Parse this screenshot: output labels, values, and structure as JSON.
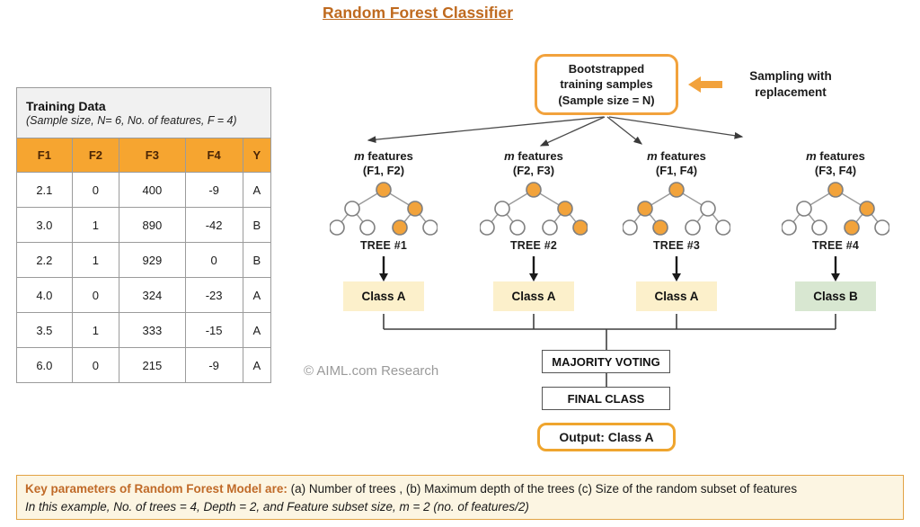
{
  "title": "Random Forest Classifier",
  "table": {
    "title": "Training Data",
    "subtitle": "(Sample size, N= 6, No. of features, F = 4)",
    "headers": [
      "F1",
      "F2",
      "F3",
      "F4",
      "Y"
    ],
    "rows": [
      [
        "2.1",
        "0",
        "400",
        "-9",
        "A"
      ],
      [
        "3.0",
        "1",
        "890",
        "-42",
        "B"
      ],
      [
        "2.2",
        "1",
        "929",
        "0",
        "B"
      ],
      [
        "4.0",
        "0",
        "324",
        "-23",
        "A"
      ],
      [
        "3.5",
        "1",
        "333",
        "-15",
        "A"
      ],
      [
        "6.0",
        "0",
        "215",
        "-9",
        "A"
      ]
    ]
  },
  "bootstrap_box": {
    "label": "Bootstrapped\ntraining samples\n(Sample size = N)"
  },
  "sampling_note": {
    "label": "Sampling with\nreplacement"
  },
  "trees": [
    {
      "m": "m",
      "features_word": "features",
      "subset": "(F1, F2)",
      "name": "TREE #1",
      "result": "Class A",
      "result_bg": "#fcf0cb",
      "orange_nodes": [
        1,
        0,
        1,
        0,
        0,
        1,
        0
      ]
    },
    {
      "m": "m",
      "features_word": "features",
      "subset": "(F2, F3)",
      "name": "TREE #2",
      "result": "Class A",
      "result_bg": "#fcf0cb",
      "orange_nodes": [
        1,
        0,
        1,
        0,
        0,
        0,
        1
      ]
    },
    {
      "m": "m",
      "features_word": "features",
      "subset": "(F1, F4)",
      "name": "TREE #3",
      "result": "Class A",
      "result_bg": "#fcf0cb",
      "orange_nodes": [
        1,
        1,
        0,
        0,
        1,
        0,
        0
      ]
    },
    {
      "m": "m",
      "features_word": "features",
      "subset": "(F3, F4)",
      "name": "TREE #4",
      "result": "Class B",
      "result_bg": "#d8e7d1",
      "orange_nodes": [
        1,
        0,
        1,
        0,
        0,
        1,
        0
      ]
    }
  ],
  "voting": {
    "majority_label": "MAJORITY VOTING",
    "final_label": "FINAL CLASS",
    "output_label": "Output: Class A"
  },
  "copyright": "© AIML.com Research",
  "footnote": {
    "bold_lead": "Key parameters of Random Forest Model are:",
    "rest": " (a) Number of trees , (b) Maximum depth of the trees (c) Size of the random subset of features",
    "example_line": "In this example, No. of trees = 4, Depth = 2, and Feature subset size, m = 2 (no. of features/2)"
  },
  "colors": {
    "accent_orange": "#f2a33c",
    "title_brown": "#bf6a1f",
    "node_orange": "#f2a33b",
    "node_white": "#ffffff",
    "node_stroke": "#7f7f7f",
    "class_a_bg": "#fcf0cb",
    "class_b_bg": "#d8e7d1"
  }
}
